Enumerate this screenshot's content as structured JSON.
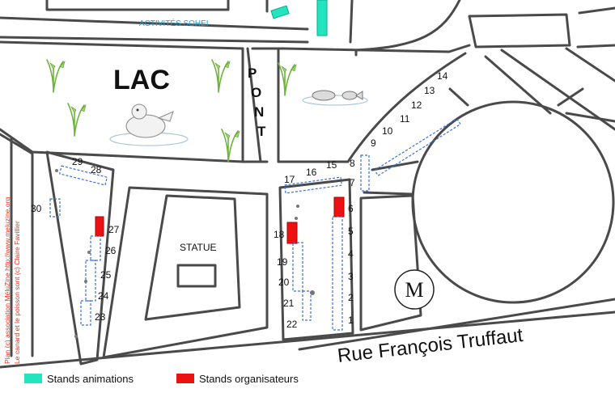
{
  "map": {
    "lake_label": "LAC",
    "bridge_label": "PONT",
    "statue_label": "STATUE",
    "activities_label": "ACTIVITÉS SOHEI",
    "street_label": "Rue François Truffaut",
    "metro_label": "M",
    "credit_line_1": "Plan (c) association MéluZine http://www.meluzine.org",
    "credit_line_2": "Le canard et le poisson sont (c) Claire Favillier"
  },
  "stand_numbers": [
    "1",
    "2",
    "3",
    "4",
    "5",
    "6",
    "7",
    "8",
    "9",
    "10",
    "11",
    "12",
    "13",
    "14",
    "15",
    "16",
    "17",
    "18",
    "19",
    "20",
    "21",
    "22",
    "23",
    "24",
    "25",
    "26",
    "27",
    "28",
    "29",
    "30"
  ],
  "legend": {
    "animations_label": "Stands animations",
    "organizers_label": "Stands organisateurs"
  },
  "colors": {
    "animations": "#22e5c0",
    "organizers": "#ee1111",
    "stand_outline": "#3a6fd8",
    "activities_text": "#1aa0d8",
    "credit_text": "#e8341c"
  }
}
